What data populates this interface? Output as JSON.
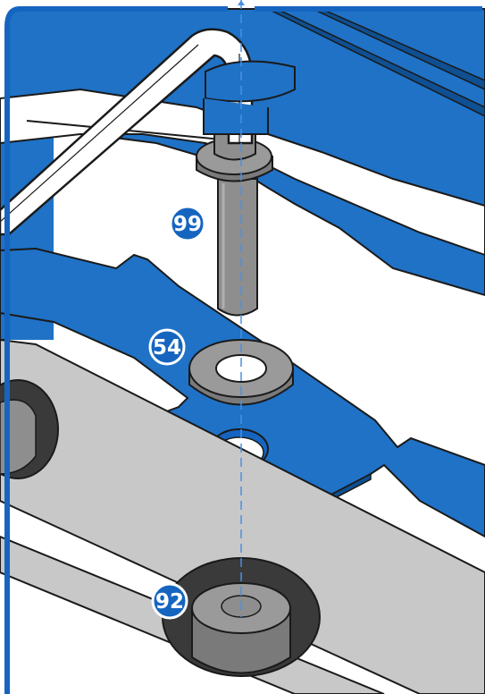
{
  "callouts": [
    {
      "id": "part-99",
      "label": "99"
    },
    {
      "id": "part-54",
      "label": "54"
    },
    {
      "id": "part-92",
      "label": "92"
    }
  ],
  "colors": {
    "panel_blue": "#1f72c6",
    "panel_blue_dark": "#0f4f92",
    "frame_blue": "#1565c0",
    "rail_gray": "#c8c8c8",
    "hole_dark": "#3a3a3a",
    "bolt_gray": "#8e8e8e",
    "washer_gray": "#9a9a9a",
    "wrench_white": "#ffffff",
    "outline": "#1a1a1a",
    "axis_line": "#4a90e2"
  },
  "icons": [
    "hex-key-icon",
    "bolt-icon",
    "washer-icon",
    "spacer-icon"
  ]
}
